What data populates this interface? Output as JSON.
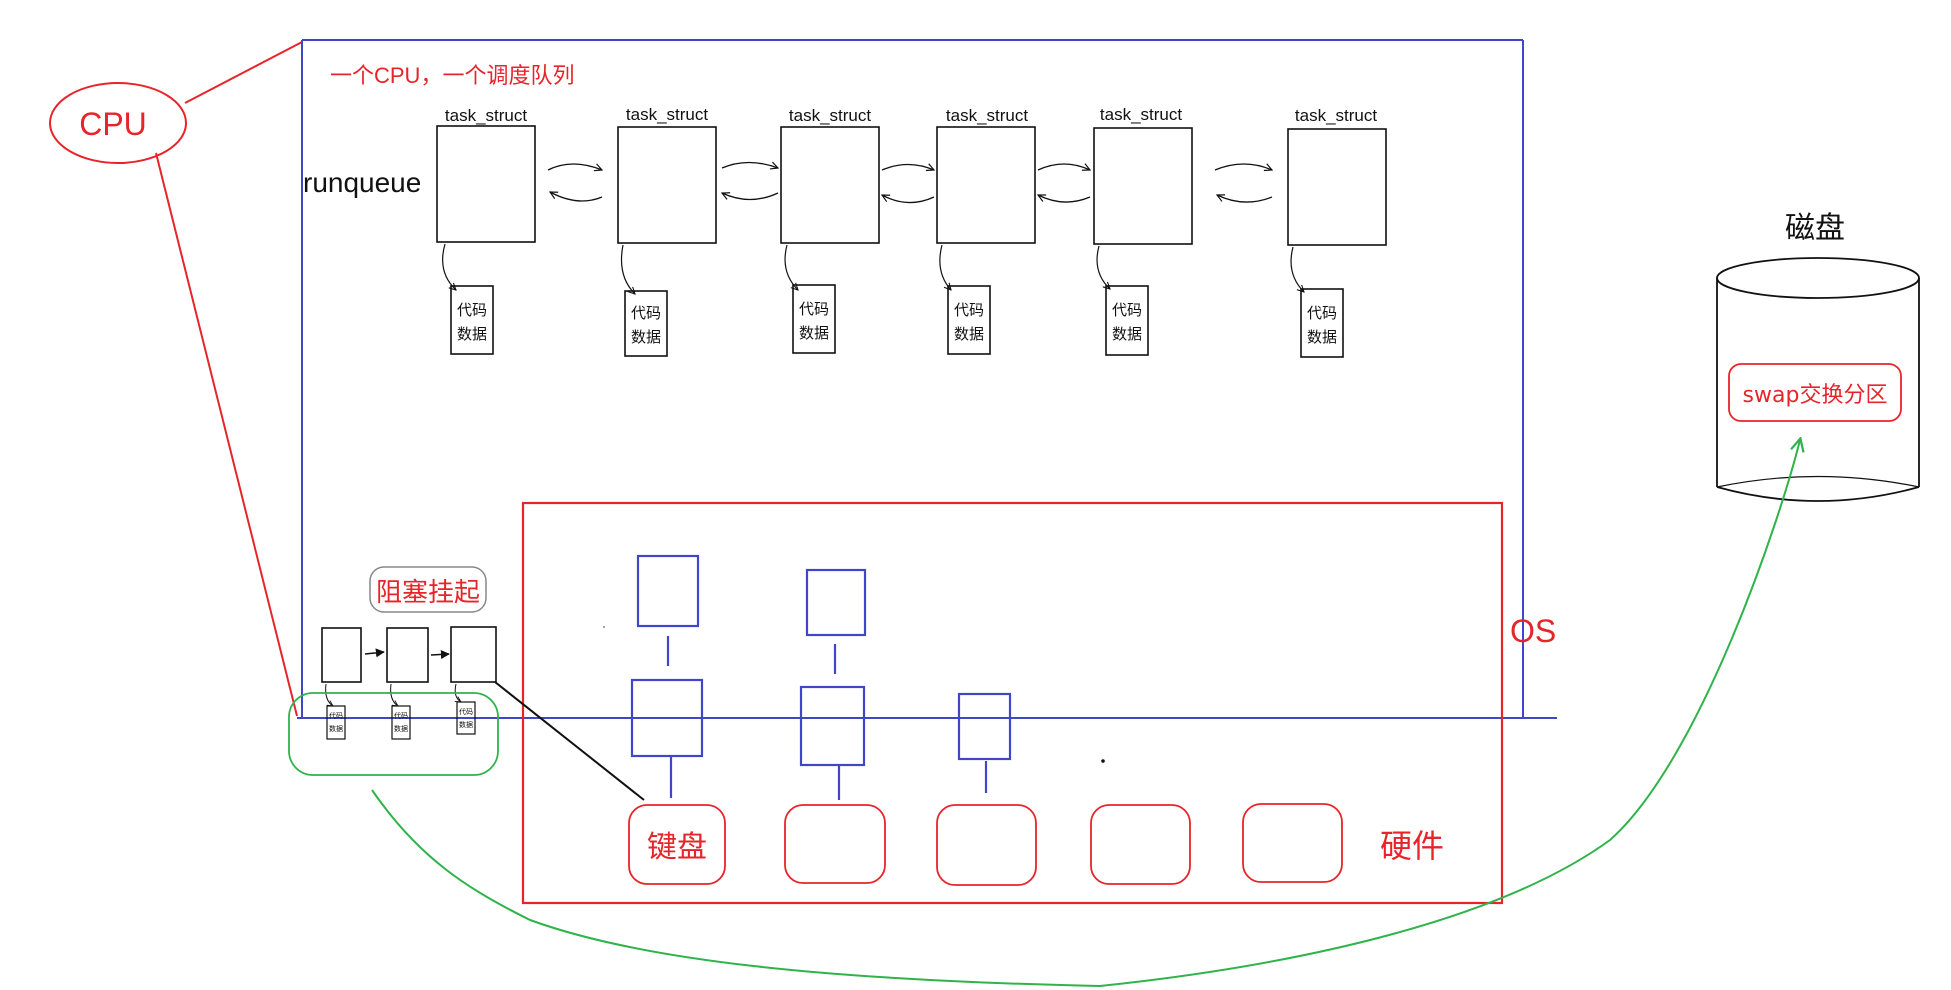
{
  "cpu": {
    "label": "CPU"
  },
  "os": {
    "label": "OS",
    "caption": "一个CPU，一个调度队列"
  },
  "runqueue": {
    "label": "runqueue",
    "task_label": "task_struct",
    "code_line1": "代码",
    "code_line2": "数据",
    "count": 6
  },
  "blocked": {
    "label": "阻塞挂起",
    "code_line1": "代码",
    "code_line2": "数据",
    "count": 3
  },
  "hardware": {
    "label": "硬件",
    "keyboard_label": "键盘"
  },
  "disk": {
    "label": "磁盘",
    "swap_label": "swap交换分区"
  },
  "colors": {
    "red": "#e8242b",
    "blue": "#3f46c8",
    "green": "#2fb34a",
    "black": "#111111"
  }
}
